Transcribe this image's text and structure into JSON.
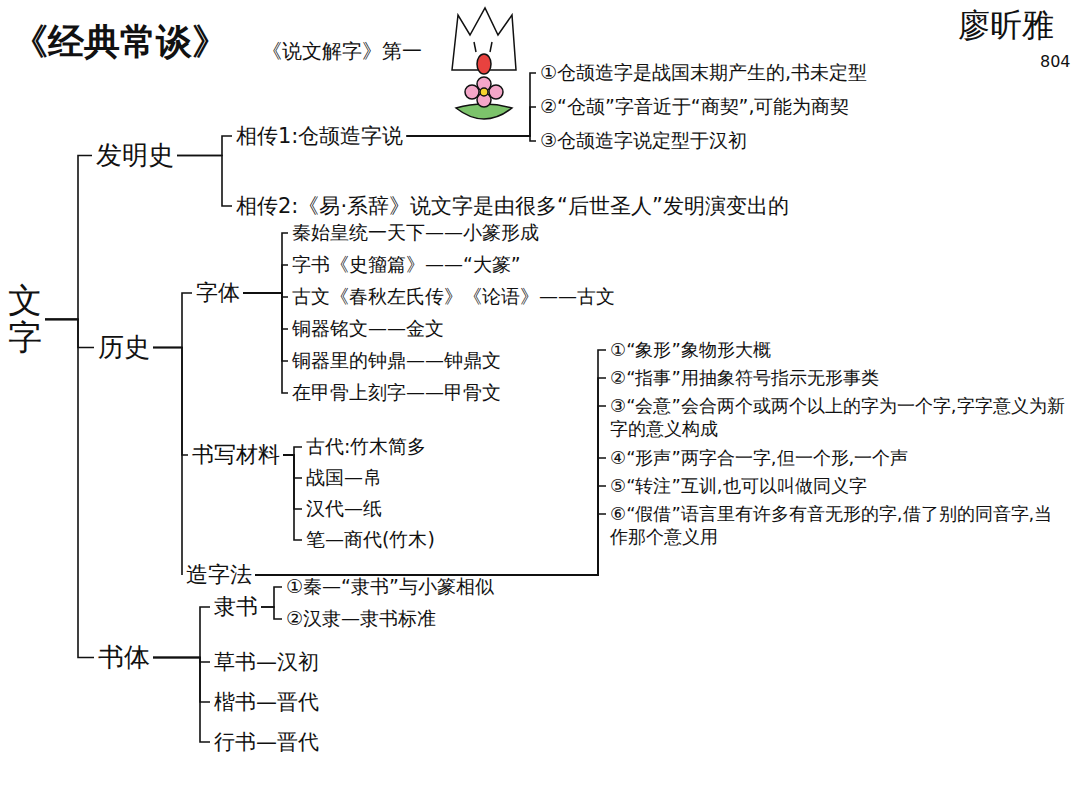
{
  "diagram": {
    "title": "《经典常谈》",
    "nodes": [
      {
        "text": [
          "文字"
        ]
      },
      {
        "text": [
          "发明史"
        ]
      },
      {
        "text": [
          "相传1:仓颉造字说"
        ]
      },
      {
        "text": [
          "①仓颉造字是战国末期产生的,书未定型"
        ]
      },
      {
        "text": [
          "②“仓颉”字音近于“商契”,可能为商契"
        ]
      },
      {
        "text": [
          "③仓颉造字说定型于汉初"
        ]
      },
      {
        "text": [
          "相传2:《易·系辞》说文字是由很多“后世圣人”发明演变出的"
        ]
      },
      {
        "text": [
          "历史"
        ]
      },
      {
        "text": [
          "字体"
        ]
      },
      {
        "text": [
          "秦始皇统一天下——小篆形成"
        ]
      },
      {
        "text": [
          "字书《史籀篇》——“大篆”"
        ]
      },
      {
        "text": [
          "古文《春秋左氏传》《论语》——古文"
        ]
      },
      {
        "text": [
          "铜器铭文——金文"
        ]
      },
      {
        "text": [
          "铜器里的钟鼎——钟鼎文"
        ]
      },
      {
        "text": [
          "在甲骨上刻字——甲骨文"
        ]
      },
      {
        "text": [
          "书写材料"
        ]
      },
      {
        "text": [
          "古代:竹木简多"
        ]
      },
      {
        "text": [
          "战国—帛"
        ]
      },
      {
        "text": [
          "汉代—纸"
        ]
      },
      {
        "text": [
          "笔—商代(竹木)"
        ]
      },
      {
        "text": [
          "造字法"
        ]
      },
      {
        "text": [
          "①“象形”象物形大概"
        ]
      },
      {
        "text": [
          "②“指事”用抽象符号指示无形事类"
        ]
      },
      {
        "text": [
          "③“会意”会合两个或两个以上的字为一个字,字字意义为新字的意义构成"
        ]
      },
      {
        "text": [
          "④“形声”两字合一字,但一个形,一个声"
        ]
      },
      {
        "text": [
          "⑤“转注”互训,也可以叫做同义字"
        ]
      },
      {
        "text": [
          "⑥“假借”语言里有许多有音无形的字,借了别的同音字,当作那个意义用"
        ]
      },
      {
        "text": [
          "书体"
        ]
      },
      {
        "text": [
          "隶书"
        ]
      },
      {
        "text": [
          "①秦—“隶书”与小篆相似"
        ]
      },
      {
        "text": [
          "②汉隶—隶书标准"
        ]
      },
      {
        "text": [
          "草书—汉初"
        ]
      },
      {
        "text": [
          "楷书—晋代"
        ]
      },
      {
        "text": [
          "行书—晋代"
        ]
      }
    ],
    "edges": [
      {
        "from": 0,
        "to": 1,
        "arrow": "none"
      },
      {
        "from": 0,
        "to": 7,
        "arrow": "none"
      },
      {
        "from": 0,
        "to": 27,
        "arrow": "none"
      },
      {
        "from": 1,
        "to": 2,
        "arrow": "none"
      },
      {
        "from": 1,
        "to": 6,
        "arrow": "none"
      },
      {
        "from": 2,
        "to": 3,
        "arrow": "none"
      },
      {
        "from": 2,
        "to": 4,
        "arrow": "none"
      },
      {
        "from": 2,
        "to": 5,
        "arrow": "none"
      },
      {
        "from": 7,
        "to": 8,
        "arrow": "none"
      },
      {
        "from": 7,
        "to": 15,
        "arrow": "none"
      },
      {
        "from": 7,
        "to": 20,
        "arrow": "none"
      },
      {
        "from": 8,
        "to": 9,
        "arrow": "none"
      },
      {
        "from": 8,
        "to": 10,
        "arrow": "none"
      },
      {
        "from": 8,
        "to": 11,
        "arrow": "none"
      },
      {
        "from": 8,
        "to": 12,
        "arrow": "none"
      },
      {
        "from": 8,
        "to": 13,
        "arrow": "none"
      },
      {
        "from": 8,
        "to": 14,
        "arrow": "none"
      },
      {
        "from": 15,
        "to": 16,
        "arrow": "none"
      },
      {
        "from": 15,
        "to": 17,
        "arrow": "none"
      },
      {
        "from": 15,
        "to": 18,
        "arrow": "none"
      },
      {
        "from": 15,
        "to": 19,
        "arrow": "none"
      },
      {
        "from": 20,
        "to": 21,
        "arrow": "none"
      },
      {
        "from": 20,
        "to": 22,
        "arrow": "none"
      },
      {
        "from": 20,
        "to": 23,
        "arrow": "none"
      },
      {
        "from": 20,
        "to": 24,
        "arrow": "none"
      },
      {
        "from": 20,
        "to": 25,
        "arrow": "none"
      },
      {
        "from": 20,
        "to": 26,
        "arrow": "none"
      },
      {
        "from": 27,
        "to": 28,
        "arrow": "none"
      },
      {
        "from": 27,
        "to": 31,
        "arrow": "none"
      },
      {
        "from": 27,
        "to": 32,
        "arrow": "none"
      },
      {
        "from": 27,
        "to": 33,
        "arrow": "none"
      },
      {
        "from": 28,
        "to": 29,
        "arrow": "none"
      },
      {
        "from": 28,
        "to": 30,
        "arrow": "none"
      }
    ],
    "labels": [
      "《说文解字》第一",
      "廖昕雅",
      "804"
    ]
  }
}
